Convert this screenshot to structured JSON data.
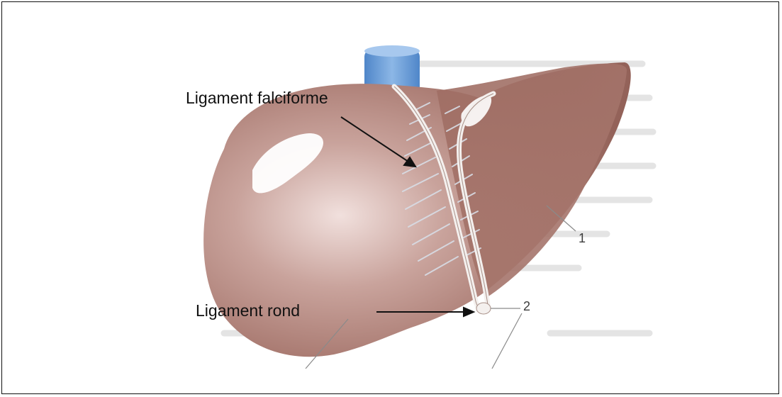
{
  "diagram": {
    "labels": {
      "falciform": "Ligament falciforme",
      "round": "Ligament rond",
      "marker_1": "1",
      "marker_2": "2"
    },
    "colors": {
      "liver": "#a5756c",
      "liver_dark": "#8f6057",
      "liver_highlight": "#e9d4d1",
      "vena_cava": "#6f9fd6",
      "ligament": "#f3efee",
      "background_text": "#c9c9c9"
    }
  }
}
